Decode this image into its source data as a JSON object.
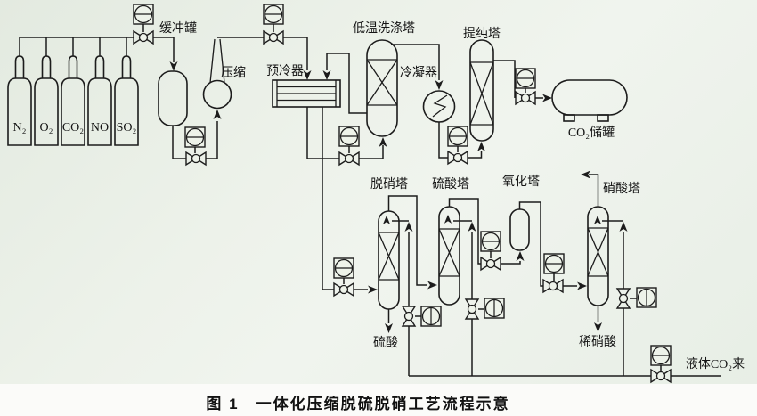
{
  "figure_caption": "图 1　一体化压缩脱硫脱硝工艺流程示意",
  "gas_cylinders": [
    {
      "label": "N₂"
    },
    {
      "label": "O₂"
    },
    {
      "label": "CO₂"
    },
    {
      "label": "NO"
    },
    {
      "label": "SO₂"
    }
  ],
  "equipment": {
    "buffer_tank": "缓冲罐",
    "compressor": "压缩",
    "precooler": "预冷器",
    "washing_tower": "低温洗涤塔",
    "condenser": "冷凝器",
    "purification_tower": "提纯塔",
    "co2_storage_tank": "CO₂储罐",
    "denitration_tower": "脱硝塔",
    "sulfuric_acid_tower": "硫酸塔",
    "oxidation_tower": "氧化塔",
    "nitric_acid_tower": "硝酸塔"
  },
  "streams": {
    "sulfuric_acid": "硫酸",
    "dilute_nitric_acid": "稀硝酸",
    "liquid_co2_inlet": "液体CO₂来"
  },
  "colors": {
    "line": "#1c1c1c",
    "background": "#e9efe6",
    "caption_area": "#fbfbf9"
  }
}
